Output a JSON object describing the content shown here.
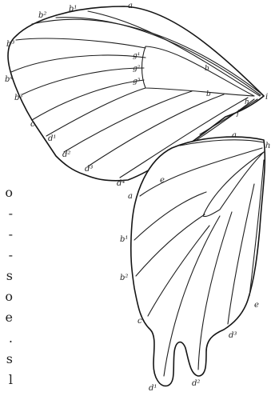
{
  "forewing_labels": {
    "b2": "b²",
    "b1": "b¹",
    "a": "a",
    "b3_top": "b³",
    "b4": "b⁴",
    "b5": "b³",
    "c": "c",
    "d1": "d¹",
    "d2": "d²",
    "d3": "d³",
    "d4": "d⁴",
    "e": "e",
    "g1": "g¹",
    "g2": "g²",
    "g3": "g³",
    "b_inner1": "b",
    "b_inner2": "b",
    "h": "h",
    "f": "f",
    "i": "i"
  },
  "hindwing_labels": {
    "a_top": "a",
    "h": "h",
    "a_side": "a",
    "b1": "b¹",
    "b2": "b²",
    "c": "c",
    "e": "e",
    "d3": "d³",
    "d2": "d²",
    "d1": "d¹"
  },
  "margin_text": [
    "o",
    "-",
    "-",
    "-",
    "s",
    "o",
    "e",
    ".",
    "s",
    "l"
  ]
}
